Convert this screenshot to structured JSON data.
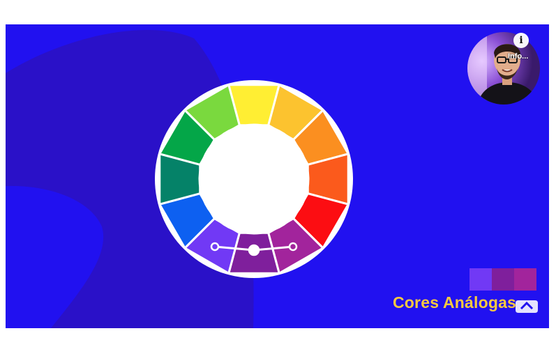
{
  "slide": {
    "title": "Cores Análogas",
    "background_color": "#2111f0",
    "shape_color": "#2a11c8",
    "accent_text_color": "#f6c940"
  },
  "color_wheel": {
    "segments": [
      {
        "name": "yellow",
        "color": "#ffee33"
      },
      {
        "name": "yellow-orange",
        "color": "#fcc32f"
      },
      {
        "name": "orange",
        "color": "#fb8f20"
      },
      {
        "name": "red-orange",
        "color": "#fb5a1c"
      },
      {
        "name": "red",
        "color": "#fc0d12"
      },
      {
        "name": "red-violet",
        "color": "#a2249c"
      },
      {
        "name": "violet",
        "color": "#7f1f9c"
      },
      {
        "name": "blue-violet",
        "color": "#7139f5"
      },
      {
        "name": "blue",
        "color": "#0d60f1"
      },
      {
        "name": "blue-green",
        "color": "#058268"
      },
      {
        "name": "green",
        "color": "#04a648"
      },
      {
        "name": "yellow-green",
        "color": "#7ad93e"
      }
    ],
    "selected": [
      "blue-violet",
      "violet",
      "red-violet"
    ]
  },
  "swatches": [
    "#7139f5",
    "#7f1f9c",
    "#a2249c"
  ],
  "overlay": {
    "info_label": "Info...",
    "info_icon": "info-icon",
    "webcam": "presenter-webcam-icon"
  }
}
